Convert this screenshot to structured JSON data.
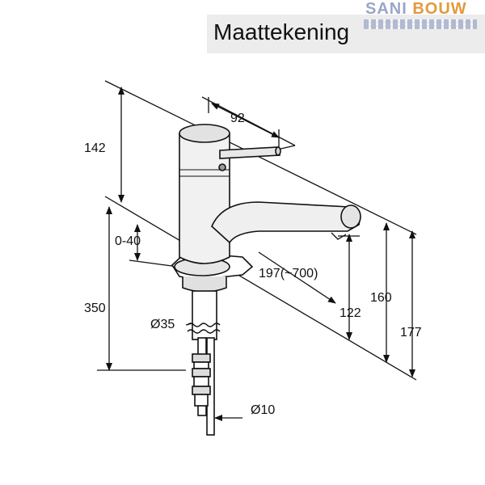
{
  "title": "Maattekening",
  "brand": {
    "part1": "SANI",
    "part2": "BOUW"
  },
  "dimensions": {
    "d92": "92",
    "d142": "142",
    "d0_40": "0-40",
    "d197": "197(~700)",
    "d350": "350",
    "d35": "Ø35",
    "d122": "122",
    "d160": "160",
    "d177": "177",
    "d10": "Ø10"
  },
  "colors": {
    "line": "#111111",
    "title_bg": "#ececec",
    "brand_blue": "#9aa6c8",
    "brand_orange": "#e39a3c"
  }
}
